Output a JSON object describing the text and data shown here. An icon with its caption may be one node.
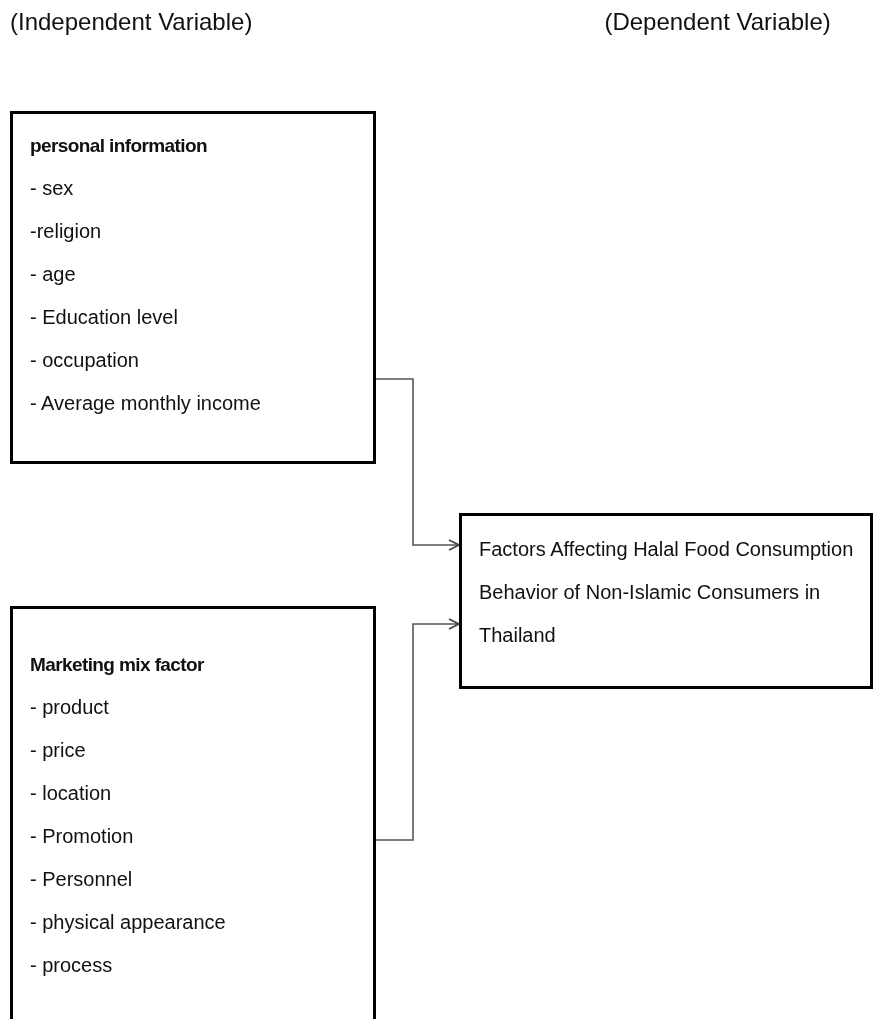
{
  "diagram": {
    "nodes": [
      {
        "text": [
          "personal information",
          "- sex",
          "-religion",
          "- age",
          "- Education level",
          "- occupation",
          "- Average monthly income"
        ]
      },
      {
        "text": [
          "Factors Affecting Halal Food Consumption Behavior of Non-Islamic Consumers in Thailand"
        ]
      },
      {
        "text": [
          "Marketing mix factor",
          "- product",
          "- price",
          "- location",
          "- Promotion",
          "- Personnel",
          "- physical appearance",
          "- process"
        ]
      }
    ],
    "edges": [
      {
        "from": 0,
        "to": 1,
        "arrow": "to"
      },
      {
        "from": 2,
        "to": 1,
        "arrow": "to"
      }
    ],
    "labels": [
      "(Independent Variable)",
      "(Dependent Variable)"
    ]
  }
}
